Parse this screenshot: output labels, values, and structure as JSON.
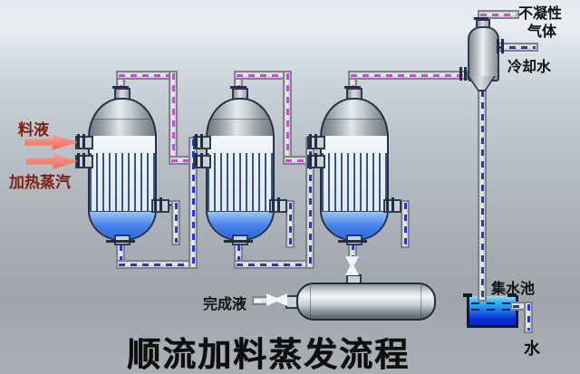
{
  "title": "顺流加料蒸发流程",
  "labels": {
    "feed": "料液",
    "heating_steam": "加热蒸汽",
    "finished_liquid": "完成液",
    "non_condensable_line1": "不凝性",
    "non_condensable_line2": "气体",
    "cooling_water": "冷却水",
    "water_pool": "集水池",
    "water": "水"
  },
  "legend": {
    "vapor_line_style": "magenta dashed pipe (二次蒸汽/蒸汽流向)",
    "liquid_line_style": "blue dashed pipe (料液/冷凝水流向)"
  },
  "colors": {
    "vapor_dash": "#c44fc6",
    "liquid_dash": "#2a35cf",
    "white_dash": "#f6f8fa",
    "label_red": "#7d2014",
    "arrow_fill": "#ef8273",
    "title_color": "#0e0e0e",
    "pool_top": "#9adef8",
    "pool_deep": "#0c2fd6"
  }
}
